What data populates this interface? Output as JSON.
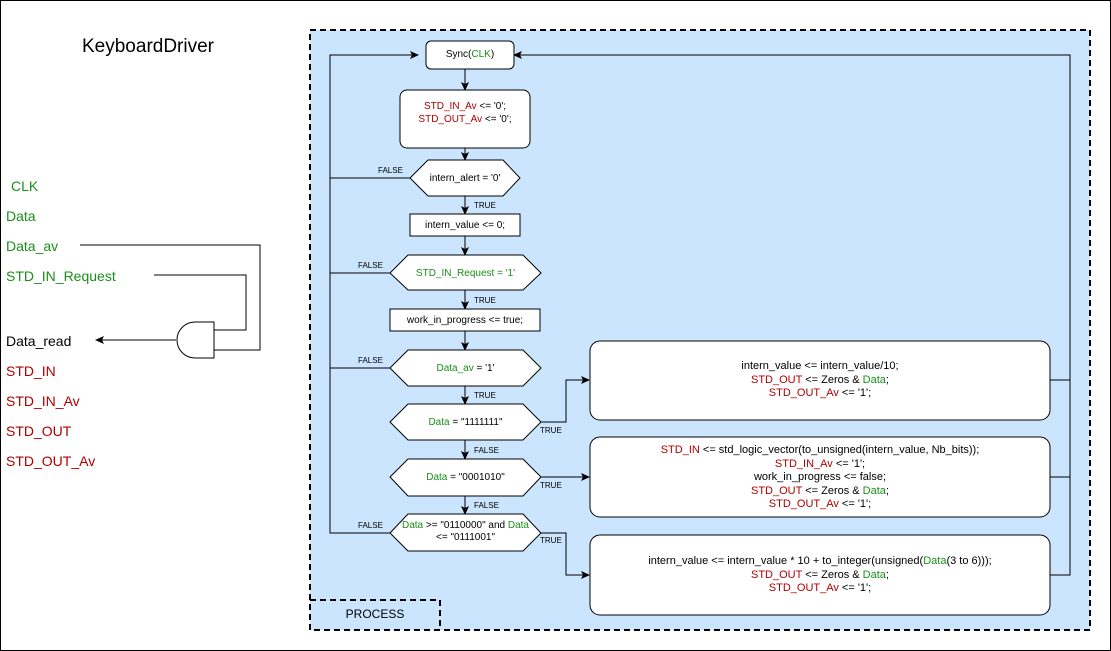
{
  "title": "KeyboardDriver",
  "signals": {
    "clk": "CLK",
    "data": "Data",
    "data_av": "Data_av",
    "std_in_request": "STD_IN_Request",
    "data_read": "Data_read",
    "std_in": "STD_IN",
    "std_in_av": "STD_IN_Av",
    "std_out": "STD_OUT",
    "std_out_av": "STD_OUT_Av"
  },
  "process_label": "PROCESS",
  "nodes": {
    "sync": {
      "a": "Sync(",
      "b": "CLK",
      "c": ")"
    },
    "init": {
      "l1a": "STD_IN_Av",
      "l1b": " <= '0';",
      "l2a": "STD_OUT_Av",
      "l2b": " <= '0';"
    },
    "d_alert": "intern_alert = '0'",
    "intern_zero": "intern_value <= 0;",
    "d_request": "STD_IN_Request = '1'",
    "wip_true": "work_in_progress <= true;",
    "d_data_av": {
      "a": "Data_av",
      "b": " = '1'"
    },
    "d_data_1111": {
      "a": "Data",
      "b": " = \"1111111\""
    },
    "d_data_0001": {
      "a": "Data",
      "b": " = \"0001010\""
    },
    "d_data_range": {
      "a": "Data",
      "b": " >= \"0110000\" and ",
      "c": "Data",
      "d": "<= \"0111001\""
    },
    "box1": {
      "l1": "intern_value <= intern_value/10;",
      "l2a": "STD_OUT",
      "l2b": " <= Zeros & ",
      "l2c": "Data",
      "l2d": ";",
      "l3a": "STD_OUT_Av",
      "l3b": " <= '1';"
    },
    "box2": {
      "l1a": "STD_IN",
      "l1b": " <= std_logic_vector(to_unsigned(intern_value, Nb_bits));",
      "l2a": "STD_IN_Av",
      "l2b": " <= '1';",
      "l3": "work_in_progress <= false;",
      "l4a": "STD_OUT",
      "l4b": " <= Zeros & ",
      "l4c": "Data",
      "l4d": ";",
      "l5a": "STD_OUT_Av",
      "l5b": " <= '1';"
    },
    "box3": {
      "l1a": "intern_value <= intern_value * 10 + to_integer(unsigned(",
      "l1b": "Data",
      "l1c": "(3 to 6)));",
      "l2a": "STD_OUT",
      "l2b": " <= Zeros & ",
      "l2c": "Data",
      "l2d": ";",
      "l3a": "STD_OUT_Av",
      "l3b": " <= '1';"
    }
  },
  "edges": {
    "true": "TRUE",
    "false": "FALSE"
  },
  "colors": {
    "process_fill": "#cce5ff",
    "green": "#1a8f1a",
    "red": "#b00000"
  }
}
